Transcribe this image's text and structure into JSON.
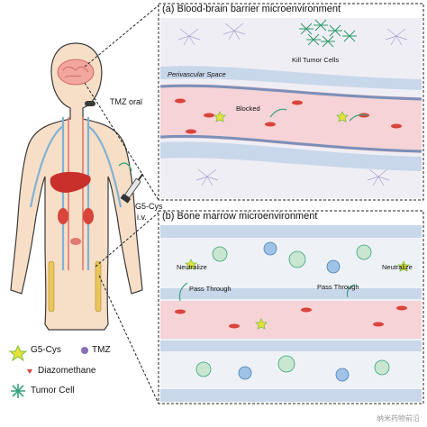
{
  "panel_a": {
    "title": "(a) Blood-brain barrier microenvironment",
    "kill_label": "Kill Tumor Cells",
    "perivascular_label": "Perivascular Space",
    "blocked_label": "Blocked"
  },
  "panel_b": {
    "title": "(b) Bone marrow microenvironment",
    "neutralize_left": "Neutralize",
    "neutralize_right": "Neutralize",
    "pass_left": "Pass Through",
    "pass_right": "Pass Through"
  },
  "body": {
    "tmz_oral": "TMZ oral",
    "g5_cys_iv_line1": "G5-Cys",
    "g5_cys_iv_line2": "i.v."
  },
  "legend": {
    "g5_cys": "G5-Cys",
    "tmz": "TMZ",
    "diazomethane": "Diazomethane",
    "tumor_cell": "Tumor Cell"
  },
  "watermark": "纳米药物前沿",
  "colors": {
    "vessel_red": "#d9443c",
    "vessel_blue": "#7fb2d6",
    "body_fill": "#f7dfc7",
    "g5_yellow": "#e8e03a",
    "g5_green": "#7cc243",
    "tumor_green": "#3aa37a",
    "tmz_purple": "#8a6fb5"
  }
}
